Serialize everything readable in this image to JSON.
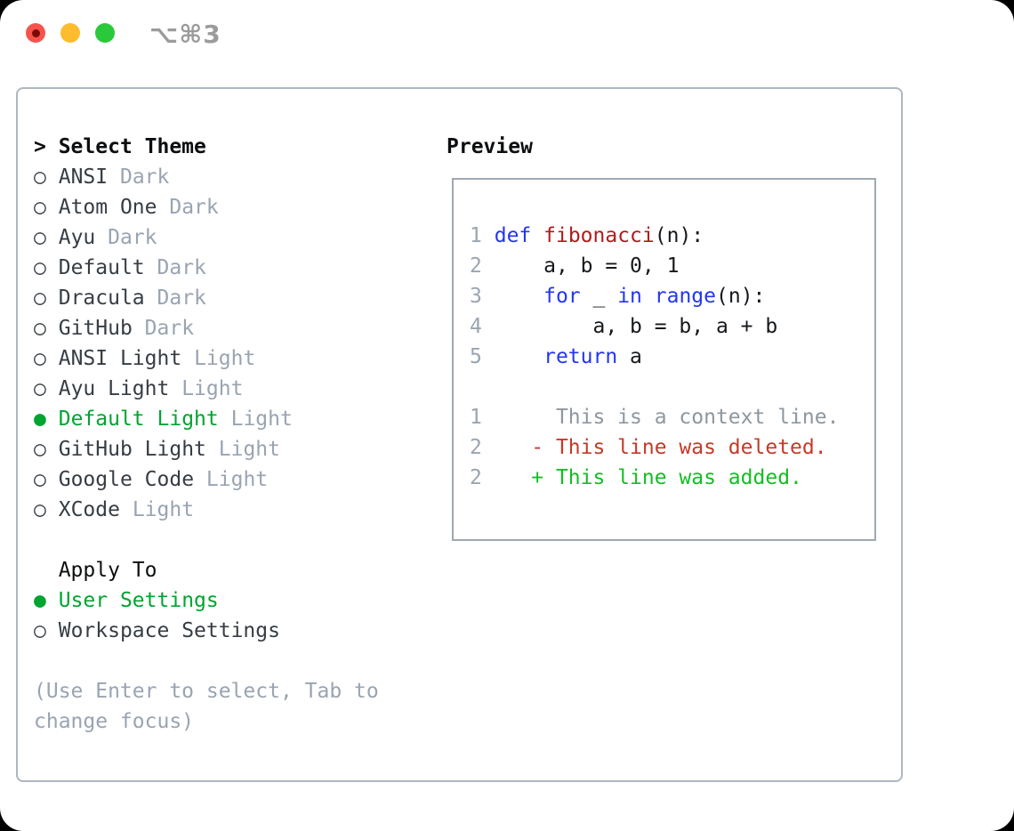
{
  "titlebar": {
    "shortcut_label": "⌥⌘3",
    "buttons": [
      "close",
      "minimize",
      "zoom"
    ]
  },
  "theme_panel": {
    "prompt": ">",
    "title": "Select Theme",
    "radio_unselected": "○",
    "radio_selected": "●",
    "themes": [
      {
        "name": "ANSI",
        "variant": "Dark",
        "selected": false
      },
      {
        "name": "Atom One",
        "variant": "Dark",
        "selected": false
      },
      {
        "name": "Ayu",
        "variant": "Dark",
        "selected": false
      },
      {
        "name": "Default",
        "variant": "Dark",
        "selected": false
      },
      {
        "name": "Dracula",
        "variant": "Dark",
        "selected": false
      },
      {
        "name": "GitHub",
        "variant": "Dark",
        "selected": false
      },
      {
        "name": "ANSI Light",
        "variant": "Light",
        "selected": false
      },
      {
        "name": "Ayu Light",
        "variant": "Light",
        "selected": false
      },
      {
        "name": "Default Light",
        "variant": "Light",
        "selected": true
      },
      {
        "name": "GitHub Light",
        "variant": "Light",
        "selected": false
      },
      {
        "name": "Google Code",
        "variant": "Light",
        "selected": false
      },
      {
        "name": "XCode",
        "variant": "Light",
        "selected": false
      }
    ],
    "apply_to": {
      "title": "Apply To",
      "options": [
        {
          "label": "User Settings",
          "selected": true
        },
        {
          "label": "Workspace Settings",
          "selected": false
        }
      ]
    },
    "hint_lines": [
      "(Use Enter to select, Tab to",
      "change focus)"
    ]
  },
  "preview_panel": {
    "title": "Preview",
    "code_lines": [
      {
        "num": "1",
        "segments": [
          {
            "text": " "
          },
          {
            "text": "def",
            "style": "keyword"
          },
          {
            "text": " "
          },
          {
            "text": "fibonacci",
            "style": "function"
          },
          {
            "text": "(n):"
          }
        ]
      },
      {
        "num": "2",
        "segments": [
          {
            "text": "     a, b = 0, 1"
          }
        ]
      },
      {
        "num": "3",
        "segments": [
          {
            "text": "     "
          },
          {
            "text": "for",
            "style": "keyword"
          },
          {
            "text": " _ "
          },
          {
            "text": "in",
            "style": "keyword"
          },
          {
            "text": " "
          },
          {
            "text": "range",
            "style": "keyword"
          },
          {
            "text": "(n):"
          }
        ]
      },
      {
        "num": "4",
        "segments": [
          {
            "text": "         a, b = b, a + b"
          }
        ]
      },
      {
        "num": "5",
        "segments": [
          {
            "text": "     "
          },
          {
            "text": "return",
            "style": "keyword"
          },
          {
            "text": " a"
          }
        ]
      }
    ],
    "diff_lines": [
      {
        "num": "1",
        "style": "context",
        "text": "      This is a context line."
      },
      {
        "num": "2",
        "style": "deleted",
        "text": "    - This line was deleted."
      },
      {
        "num": "2",
        "style": "added",
        "text": "    + This line was added."
      }
    ]
  },
  "colors": {
    "keyword_blue": "#2435f1",
    "function_red": "#b01c1c",
    "code_text": "#16191c",
    "line_number": "#9aa5b1",
    "context_gray": "#8e979f",
    "deleted_red": "#c53a28",
    "added_green": "#16bd24",
    "selected_green": "#00a430",
    "item_text": "#363d44",
    "muted_gray": "#99a4b2",
    "panel_border": "#aeb6bf",
    "preview_border": "#9ea8b2",
    "traffic_red": "#f5544d",
    "traffic_red_dot": "#7d0b05",
    "traffic_yellow": "#fcbc2e",
    "traffic_green": "#2ac93a"
  }
}
